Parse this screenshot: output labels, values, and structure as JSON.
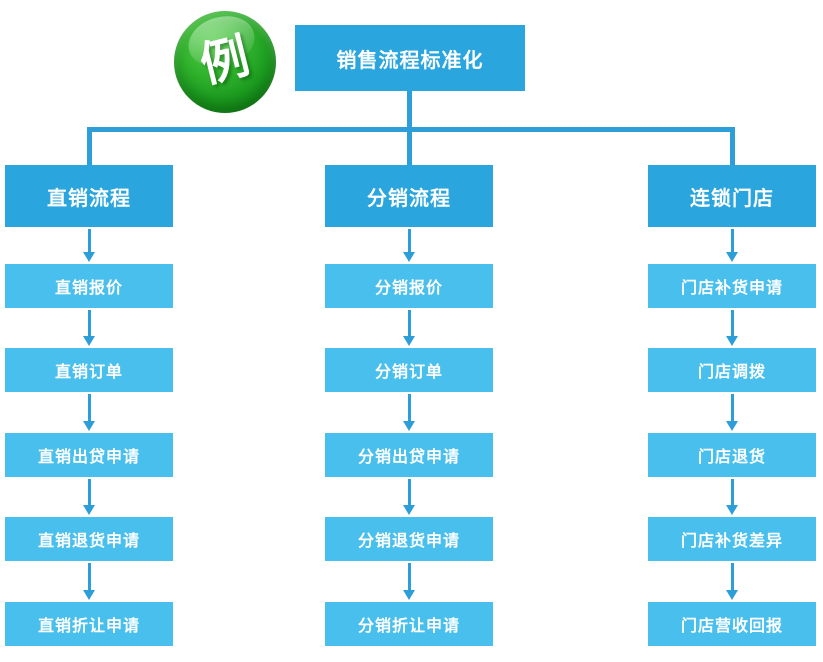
{
  "badge": {
    "label": "例"
  },
  "root": {
    "title": "销售流程标准化"
  },
  "columns": [
    {
      "title": "直销流程",
      "items": [
        "直销报价",
        "直销订单",
        "直销出贷申请",
        "直销退货申请",
        "直销折让申请"
      ]
    },
    {
      "title": "分销流程",
      "items": [
        "分销报价",
        "分销订单",
        "分销出贷申请",
        "分销退货申请",
        "分销折让申请"
      ]
    },
    {
      "title": "连锁门店",
      "items": [
        "门店补货申请",
        "门店调拨",
        "门店退货",
        "门店补货差异",
        "门店营收回报"
      ]
    }
  ],
  "colors": {
    "header_blue": "#2aa5dd",
    "item_blue": "#49bfee",
    "line_blue": "#2e9ed9",
    "badge_green": "#22a327",
    "text_white": "#ffffff"
  }
}
